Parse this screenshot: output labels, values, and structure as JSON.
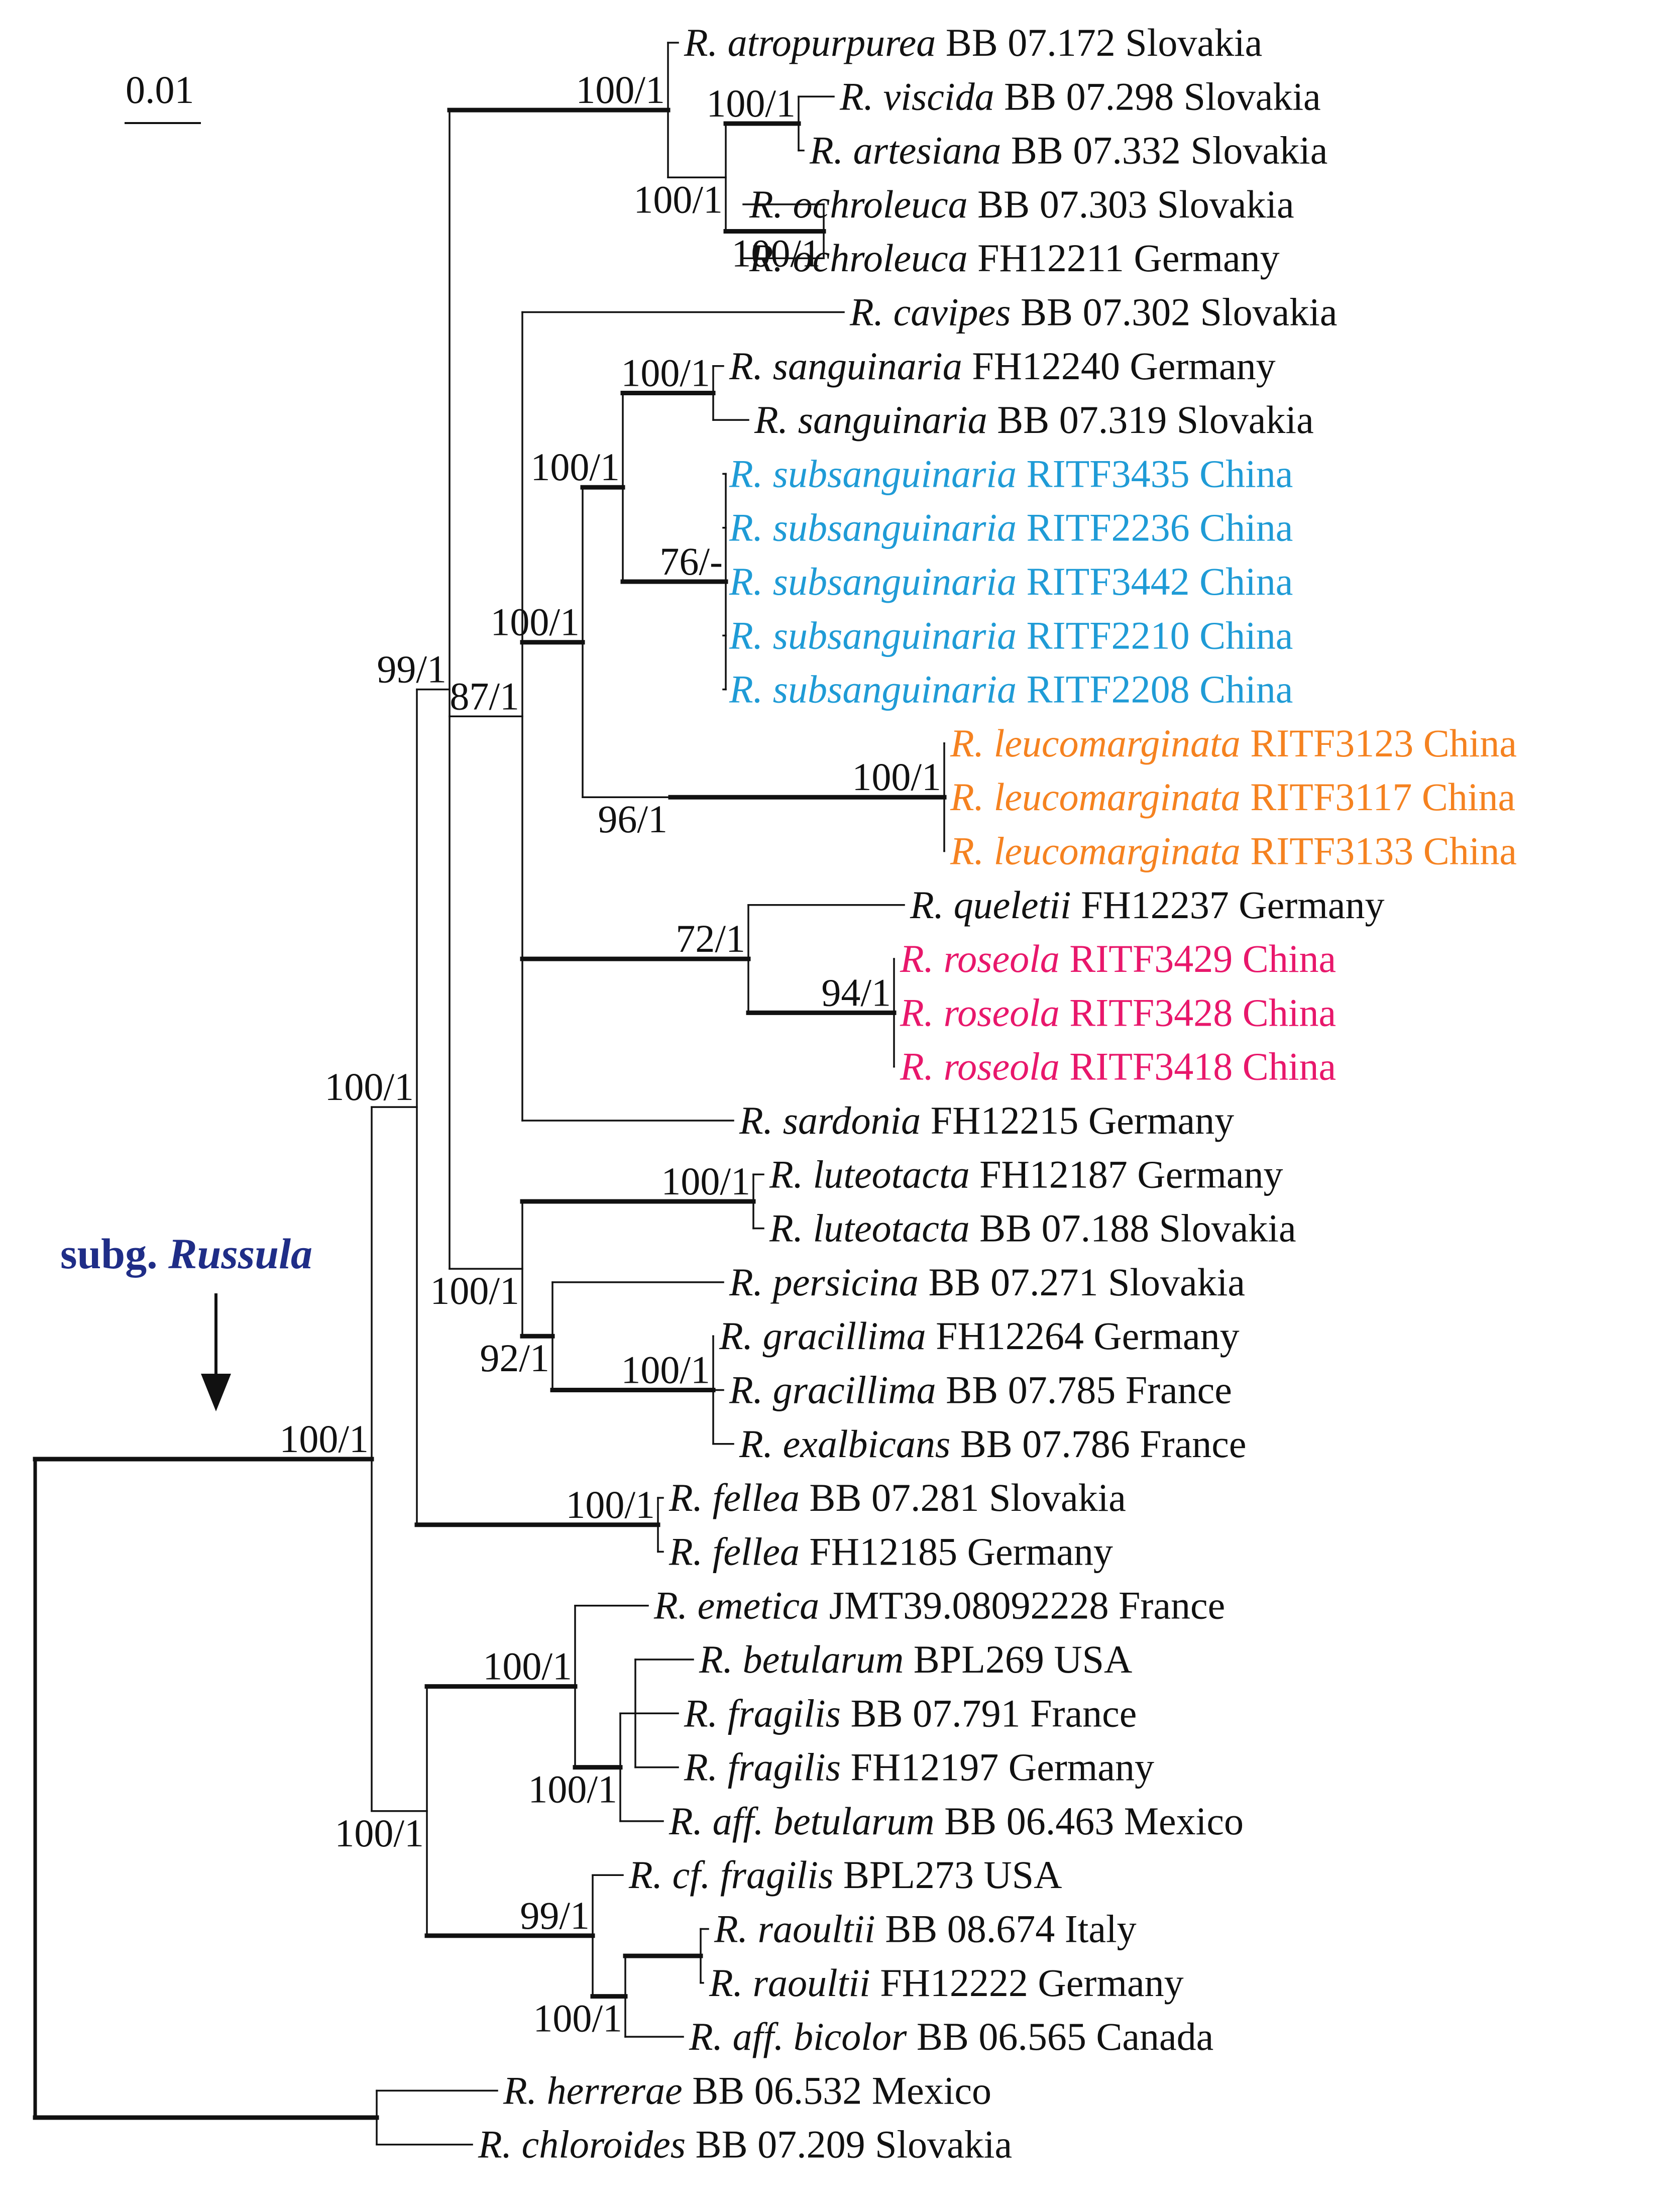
{
  "scale_bar": {
    "label": "0.01"
  },
  "subgenus_annotation": {
    "prefix": "subg.",
    "name": "Russula"
  },
  "colors": {
    "default": "#111111",
    "subsanguinaria": "#1f9bd6",
    "leucomarginata": "#f58220",
    "roseola": "#e8176b",
    "annotation": "#1f2d87"
  },
  "taxa": [
    {
      "species": "R. atropurpurea",
      "voucher": "BB 07.172",
      "country": "Slovakia",
      "color": "default"
    },
    {
      "species": "R. viscida",
      "voucher": "BB 07.298",
      "country": "Slovakia",
      "color": "default"
    },
    {
      "species": "R. artesiana",
      "voucher": "BB 07.332",
      "country": "Slovakia",
      "color": "default"
    },
    {
      "species": "R. ochroleuca",
      "voucher": "BB 07.303",
      "country": "Slovakia",
      "color": "default"
    },
    {
      "species": "R. ochroleuca",
      "voucher": "FH12211",
      "country": "Germany",
      "color": "default"
    },
    {
      "species": "R. cavipes",
      "voucher": "BB 07.302",
      "country": "Slovakia",
      "color": "default"
    },
    {
      "species": "R. sanguinaria",
      "voucher": "FH12240",
      "country": "Germany",
      "color": "default"
    },
    {
      "species": "R. sanguinaria",
      "voucher": "BB 07.319",
      "country": "Slovakia",
      "color": "default"
    },
    {
      "species": "R. subsanguinaria",
      "voucher": "RITF3435",
      "country": "China",
      "color": "subsanguinaria"
    },
    {
      "species": "R. subsanguinaria",
      "voucher": "RITF2236",
      "country": "China",
      "color": "subsanguinaria"
    },
    {
      "species": "R. subsanguinaria",
      "voucher": "RITF3442",
      "country": "China",
      "color": "subsanguinaria"
    },
    {
      "species": "R. subsanguinaria",
      "voucher": "RITF2210",
      "country": "China",
      "color": "subsanguinaria"
    },
    {
      "species": "R. subsanguinaria",
      "voucher": "RITF2208",
      "country": "China",
      "color": "subsanguinaria"
    },
    {
      "species": "R. leucomarginata",
      "voucher": "RITF3123",
      "country": "China",
      "color": "leucomarginata"
    },
    {
      "species": "R. leucomarginata",
      "voucher": "RITF3117",
      "country": "China",
      "color": "leucomarginata"
    },
    {
      "species": "R. leucomarginata",
      "voucher": "RITF3133",
      "country": "China",
      "color": "leucomarginata"
    },
    {
      "species": "R. queletii",
      "voucher": "FH12237",
      "country": "Germany",
      "color": "default"
    },
    {
      "species": "R. roseola",
      "voucher": "RITF3429",
      "country": "China",
      "color": "roseola"
    },
    {
      "species": "R. roseola",
      "voucher": "RITF3428",
      "country": "China",
      "color": "roseola"
    },
    {
      "species": "R. roseola",
      "voucher": "RITF3418",
      "country": "China",
      "color": "roseola"
    },
    {
      "species": "R. sardonia",
      "voucher": "FH12215",
      "country": "Germany",
      "color": "default"
    },
    {
      "species": "R. luteotacta",
      "voucher": "FH12187",
      "country": "Germany",
      "color": "default"
    },
    {
      "species": "R. luteotacta",
      "voucher": "BB 07.188",
      "country": "Slovakia",
      "color": "default"
    },
    {
      "species": "R. persicina",
      "voucher": "BB 07.271",
      "country": "Slovakia",
      "color": "default"
    },
    {
      "species": "R. gracillima",
      "voucher": "FH12264",
      "country": "Germany",
      "color": "default"
    },
    {
      "species": "R. gracillima",
      "voucher": "BB 07.785",
      "country": "France",
      "color": "default"
    },
    {
      "species": "R. exalbicans",
      "voucher": "BB 07.786",
      "country": "France",
      "color": "default"
    },
    {
      "species": "R. fellea",
      "voucher": "BB 07.281",
      "country": "Slovakia",
      "color": "default"
    },
    {
      "species": "R. fellea",
      "voucher": "FH12185",
      "country": "Germany",
      "color": "default"
    },
    {
      "species": "R. emetica",
      "voucher": "JMT39.08092228",
      "country": "France",
      "color": "default"
    },
    {
      "species": "R. betularum",
      "voucher": "BPL269",
      "country": "USA",
      "color": "default"
    },
    {
      "species": "R. fragilis",
      "voucher": "BB 07.791",
      "country": "France",
      "color": "default"
    },
    {
      "species": "R. fragilis",
      "voucher": "FH12197",
      "country": "Germany",
      "color": "default"
    },
    {
      "species": "R. aff. betularum",
      "voucher": "BB 06.463",
      "country": "Mexico",
      "color": "default"
    },
    {
      "species": "R. cf. fragilis",
      "voucher": "BPL273",
      "country": "USA",
      "color": "default"
    },
    {
      "species": "R. raoultii",
      "voucher": "BB 08.674",
      "country": "Italy",
      "color": "default"
    },
    {
      "species": "R. raoultii",
      "voucher": "FH12222",
      "country": "Germany",
      "color": "default"
    },
    {
      "species": "R. aff. bicolor",
      "voucher": "BB 06.565",
      "country": "Canada",
      "color": "default"
    },
    {
      "species": "R. herrerae",
      "voucher": "BB 06.532",
      "country": "Mexico",
      "color": "default"
    },
    {
      "species": "R. chloroides",
      "voucher": "BB 07.209",
      "country": "Slovakia",
      "color": "default"
    }
  ],
  "support_values": [
    "100/1",
    "100/1",
    "99/1",
    "100/1",
    "100/1",
    "100/1",
    "100/1",
    "87/1",
    "100/1",
    "100/1",
    "100/1",
    "76/-",
    "96/1",
    "100/1",
    "72/1",
    "94/1",
    "100/1",
    "100/1",
    "92/1",
    "100/1",
    "100/1",
    "100/1",
    "100/1",
    "100/1",
    "99/1",
    "100/1"
  ]
}
